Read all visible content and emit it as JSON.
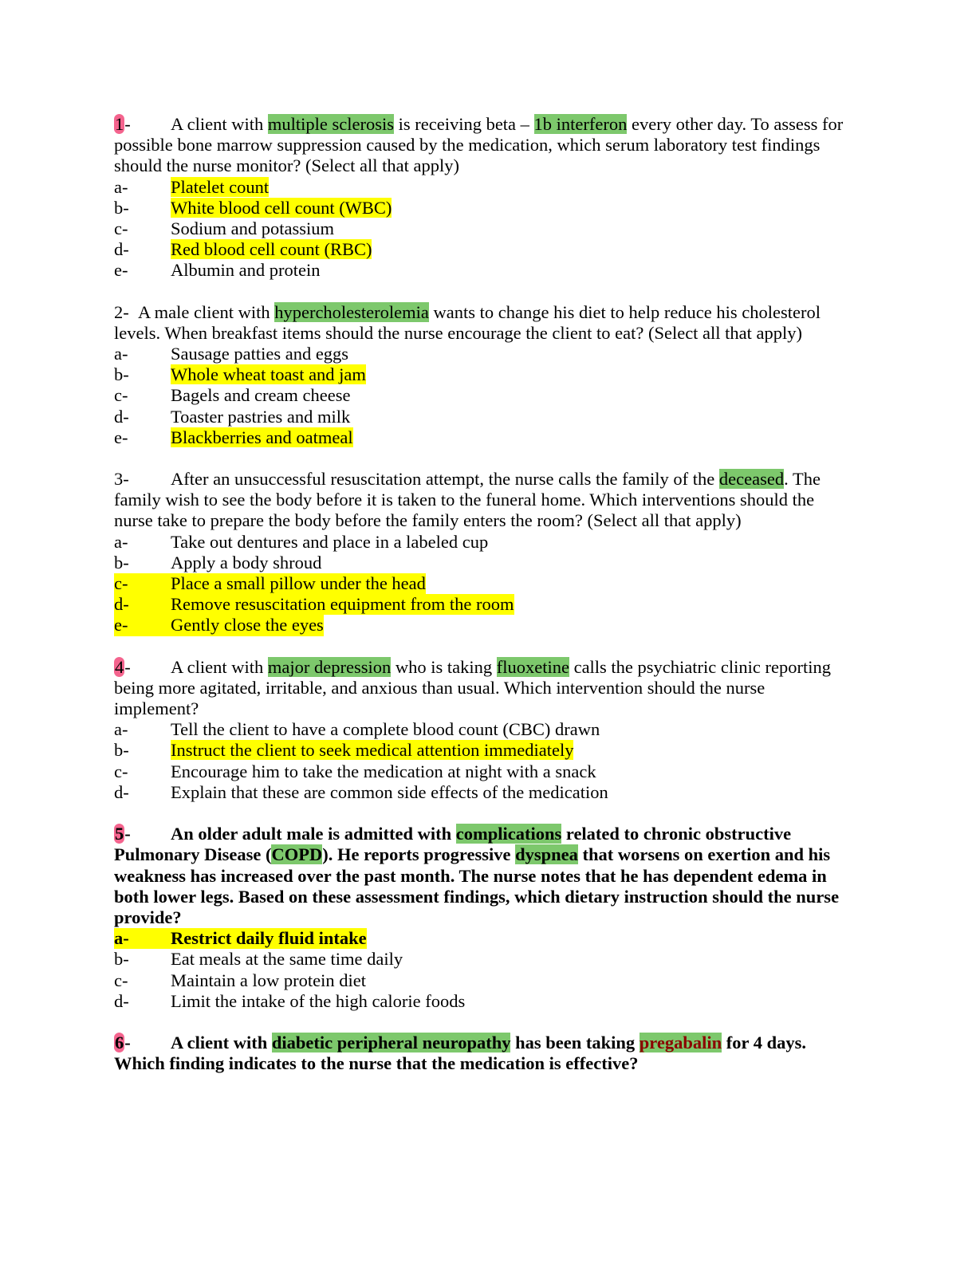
{
  "colors": {
    "green": "#7dc86c",
    "yellow": "#ffff00",
    "pink": "#f4648e",
    "red": "#8b0000"
  },
  "questions": [
    {
      "number": "1",
      "sep": "-",
      "marked": true,
      "tab": true,
      "bold": false,
      "stem": [
        {
          "text": "A client with "
        },
        {
          "text": "multiple sclerosis",
          "hl": "green"
        },
        {
          "text": " is receiving beta – "
        },
        {
          "text": "1b interferon",
          "hl": "green"
        },
        {
          "text": " every other day. To assess for possible bone marrow suppression caused by the medication, which serum laboratory test findings should the nurse monitor? (Select all that apply)"
        }
      ],
      "options": [
        {
          "label": "a-",
          "text": "Platelet count",
          "hl": "text"
        },
        {
          "label": "b-",
          "text": "White blood cell count (WBC)",
          "hl": "text"
        },
        {
          "label": "c-",
          "text": "Sodium and potassium"
        },
        {
          "label": "d-",
          "text": "Red blood cell count (RBC)",
          "hl": "text"
        },
        {
          "label": "e-",
          "text": "Albumin and protein"
        }
      ]
    },
    {
      "number": "2",
      "sep": "-  ",
      "marked": false,
      "tab": false,
      "bold": false,
      "stem": [
        {
          "text": "A male client with "
        },
        {
          "text": "hypercholesterolemia",
          "hl": "green"
        },
        {
          "text": " wants to change his diet to help reduce his cholesterol levels. When breakfast items should the nurse encourage the client to eat? (Select all that apply)"
        }
      ],
      "options": [
        {
          "label": "a-",
          "text": "Sausage patties and eggs"
        },
        {
          "label": "b-",
          "text": "Whole wheat toast and jam",
          "hl": "text"
        },
        {
          "label": "c-",
          "text": "Bagels and cream cheese"
        },
        {
          "label": "d-",
          "text": "Toaster pastries and milk"
        },
        {
          "label": "e-",
          "text": "Blackberries and oatmeal",
          "hl": "text"
        }
      ]
    },
    {
      "number": "3",
      "sep": "-",
      "marked": false,
      "tab": true,
      "bold": false,
      "stem": [
        {
          "text": "After an unsuccessful resuscitation attempt, the nurse calls the family of the "
        },
        {
          "text": "deceased",
          "hl": "green"
        },
        {
          "text": ". The family wish to see the body before it is taken to the funeral home. Which interventions should the nurse take to prepare the body before the family enters the room? (Select all that apply)"
        }
      ],
      "options": [
        {
          "label": "a-",
          "text": "Take out dentures and place in a labeled cup"
        },
        {
          "label": "b-",
          "text": "Apply a body shroud"
        },
        {
          "label": "c-",
          "text": "Place a small pillow under the head",
          "hl": "full"
        },
        {
          "label": "d-",
          "text": "Remove resuscitation equipment from the room",
          "hl": "full"
        },
        {
          "label": "e-",
          "text": "Gently close the eyes",
          "hl": "full"
        }
      ]
    },
    {
      "number": "4",
      "sep": "-",
      "marked": true,
      "tab": true,
      "bold": false,
      "stem": [
        {
          "text": "A client with "
        },
        {
          "text": "major depression",
          "hl": "green"
        },
        {
          "text": " who is taking "
        },
        {
          "text": "fluoxetine",
          "hl": "green"
        },
        {
          "text": " calls the psychiatric clinic reporting being more agitated, irritable, and anxious than usual. Which intervention should the nurse implement?"
        }
      ],
      "options": [
        {
          "label": "a-",
          "text": "Tell the client to have a complete blood count (CBC) drawn"
        },
        {
          "label": "b-",
          "text": "Instruct the client to seek medical attention immediately",
          "hl": "text"
        },
        {
          "label": "c-",
          "text": "Encourage him to take the medication at night with a snack"
        },
        {
          "label": "d-",
          "text": "Explain that these are common side effects of the medication"
        }
      ]
    },
    {
      "number": "5",
      "sep": "-",
      "marked": true,
      "tab": true,
      "bold": true,
      "stem": [
        {
          "text": "An older adult male is admitted with "
        },
        {
          "text": "complications",
          "hl": "green"
        },
        {
          "text": " related to chronic obstructive Pulmonary Disease ("
        },
        {
          "text": "COPD",
          "hl": "green"
        },
        {
          "text": "). He reports progressive "
        },
        {
          "text": "dyspnea",
          "hl": "green"
        },
        {
          "text": " that worsens on exertion and his weakness has increased over the past month. The nurse notes that he has dependent edema in both lower legs. Based on these assessment findings, which dietary instruction should the nurse provide?"
        }
      ],
      "options": [
        {
          "label": "a-",
          "text": "Restrict daily fluid intake",
          "hl": "full",
          "bold": true
        },
        {
          "label": "b-",
          "text": "Eat meals at the same time daily"
        },
        {
          "label": "c-",
          "text": "Maintain a low protein diet"
        },
        {
          "label": "d-",
          "text": "Limit the intake of the high calorie foods"
        }
      ]
    },
    {
      "number": "6",
      "sep": "-",
      "marked": true,
      "tab": true,
      "bold": true,
      "stem": [
        {
          "text": "A client with "
        },
        {
          "text": "diabetic peripheral neuropathy",
          "hl": "green"
        },
        {
          "text": " has been taking "
        },
        {
          "text": "pregabalin",
          "hl": "green",
          "red": true
        },
        {
          "text": " for 4 days. Which finding indicates to the nurse that the medication is effective?"
        }
      ],
      "options": []
    }
  ]
}
